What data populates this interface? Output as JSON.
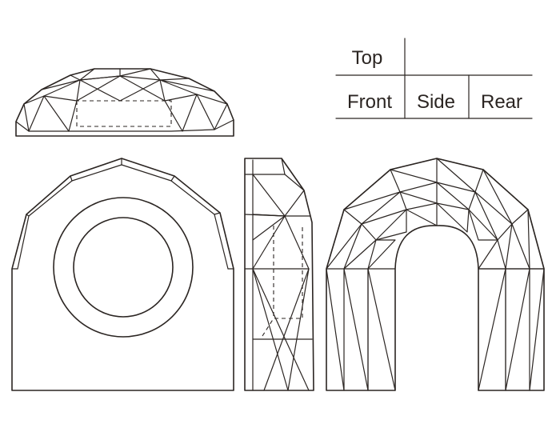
{
  "legend": {
    "top_label": "Top",
    "front_label": "Front",
    "side_label": "Side",
    "rear_label": "Rear"
  },
  "colors": {
    "line": "#2b2522",
    "background": "#ffffff"
  }
}
